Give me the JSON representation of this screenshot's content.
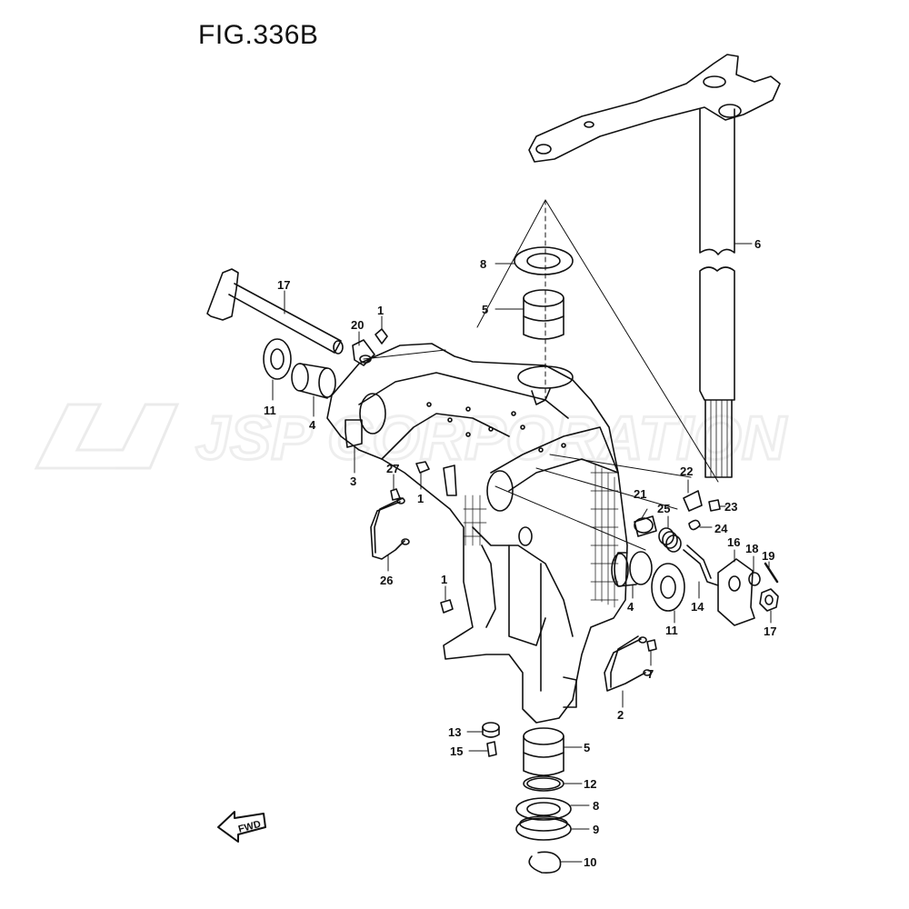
{
  "figure": {
    "title": "FIG.336B",
    "watermark": "JSP CORPORATION",
    "fwd_label": "FWD"
  },
  "callouts": [
    {
      "id": "c1",
      "label": "1"
    },
    {
      "id": "c1b",
      "label": "1"
    },
    {
      "id": "c1c",
      "label": "1"
    },
    {
      "id": "c2",
      "label": "2"
    },
    {
      "id": "c3",
      "label": "3"
    },
    {
      "id": "c4",
      "label": "4"
    },
    {
      "id": "c4b",
      "label": "4"
    },
    {
      "id": "c5",
      "label": "5"
    },
    {
      "id": "c5b",
      "label": "5"
    },
    {
      "id": "c6",
      "label": "6"
    },
    {
      "id": "c7",
      "label": "7"
    },
    {
      "id": "c8",
      "label": "8"
    },
    {
      "id": "c8b",
      "label": "8"
    },
    {
      "id": "c9",
      "label": "9"
    },
    {
      "id": "c10",
      "label": "10"
    },
    {
      "id": "c11",
      "label": "11"
    },
    {
      "id": "c11b",
      "label": "11"
    },
    {
      "id": "c12",
      "label": "12"
    },
    {
      "id": "c13",
      "label": "13"
    },
    {
      "id": "c14",
      "label": "14"
    },
    {
      "id": "c15",
      "label": "15"
    },
    {
      "id": "c16",
      "label": "16"
    },
    {
      "id": "c17",
      "label": "17"
    },
    {
      "id": "c17b",
      "label": "17"
    },
    {
      "id": "c18",
      "label": "18"
    },
    {
      "id": "c19",
      "label": "19"
    },
    {
      "id": "c20",
      "label": "20"
    },
    {
      "id": "c21",
      "label": "21"
    },
    {
      "id": "c22",
      "label": "22"
    },
    {
      "id": "c23",
      "label": "23"
    },
    {
      "id": "c24",
      "label": "24"
    },
    {
      "id": "c25",
      "label": "25"
    },
    {
      "id": "c26",
      "label": "26"
    },
    {
      "id": "c27",
      "label": "27"
    }
  ]
}
